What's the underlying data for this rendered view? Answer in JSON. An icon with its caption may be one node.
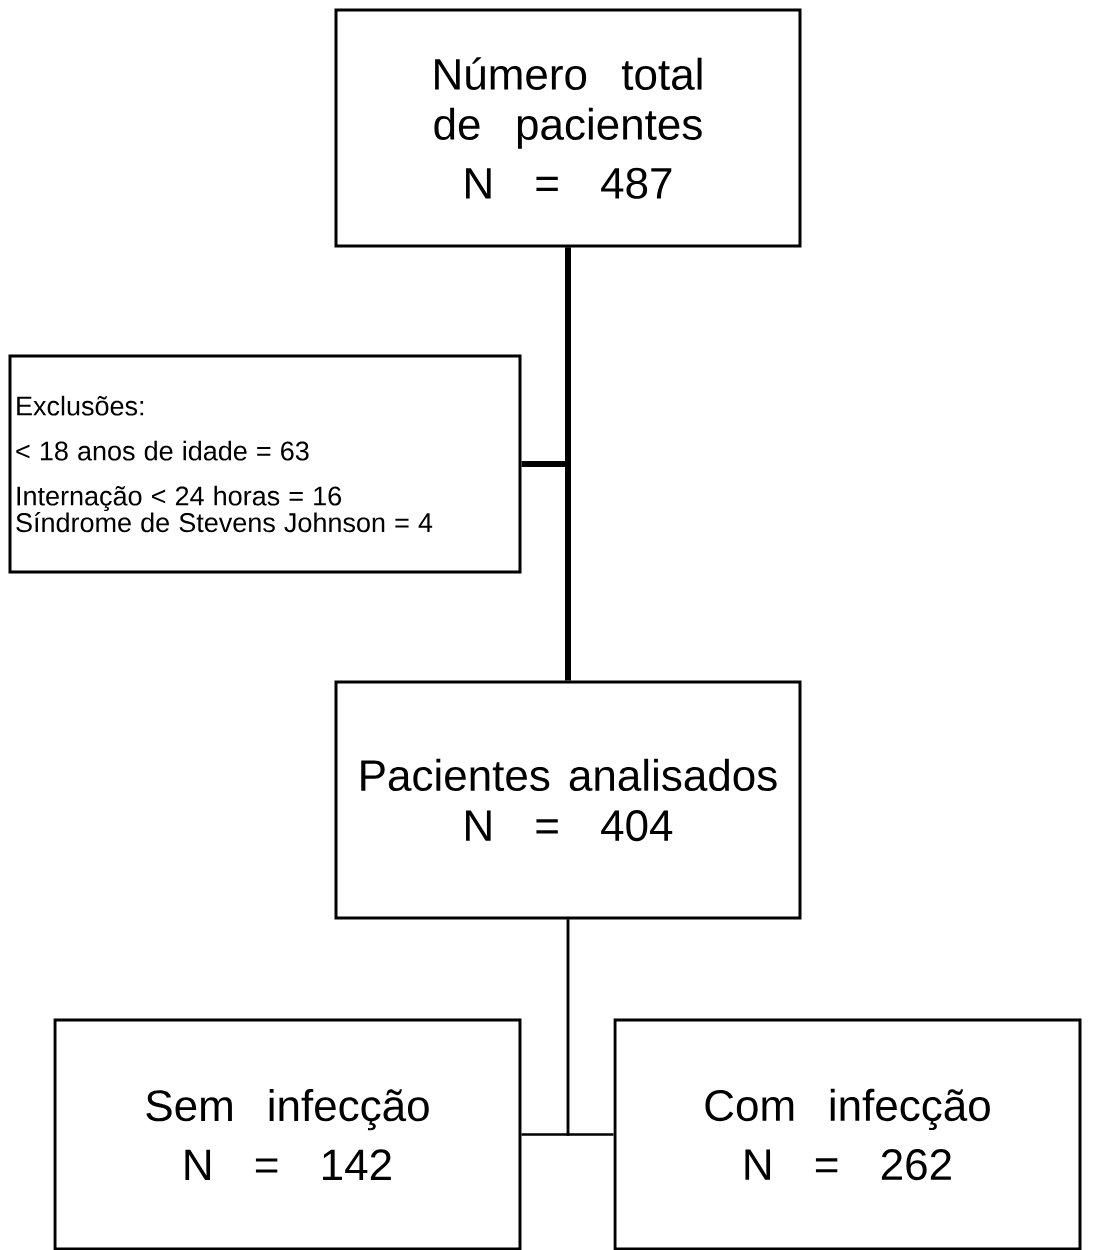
{
  "diagram": {
    "nodes": [
      {
        "text": [
          "Número total de pacientes",
          "N = 487"
        ]
      },
      {
        "text": [
          "Exclusões:",
          "< 18 anos de idade = 63",
          "Internação < 24 horas = 16",
          "Síndrome de Stevens Johnson = 4"
        ]
      },
      {
        "text": [
          "Pacientes analisados",
          "N = 404"
        ]
      },
      {
        "text": [
          "Sem infecção",
          "N = 142"
        ]
      },
      {
        "text": [
          "Com infecção",
          "N = 262"
        ]
      }
    ],
    "edges": [
      {
        "from": 0,
        "to": 2,
        "arrow": "none",
        "style": "thick"
      },
      {
        "from": 0,
        "to": 1,
        "arrow": "none",
        "style": "thick"
      },
      {
        "from": 2,
        "to": 3,
        "arrow": "none"
      },
      {
        "from": 2,
        "to": 4,
        "arrow": "none"
      }
    ]
  }
}
